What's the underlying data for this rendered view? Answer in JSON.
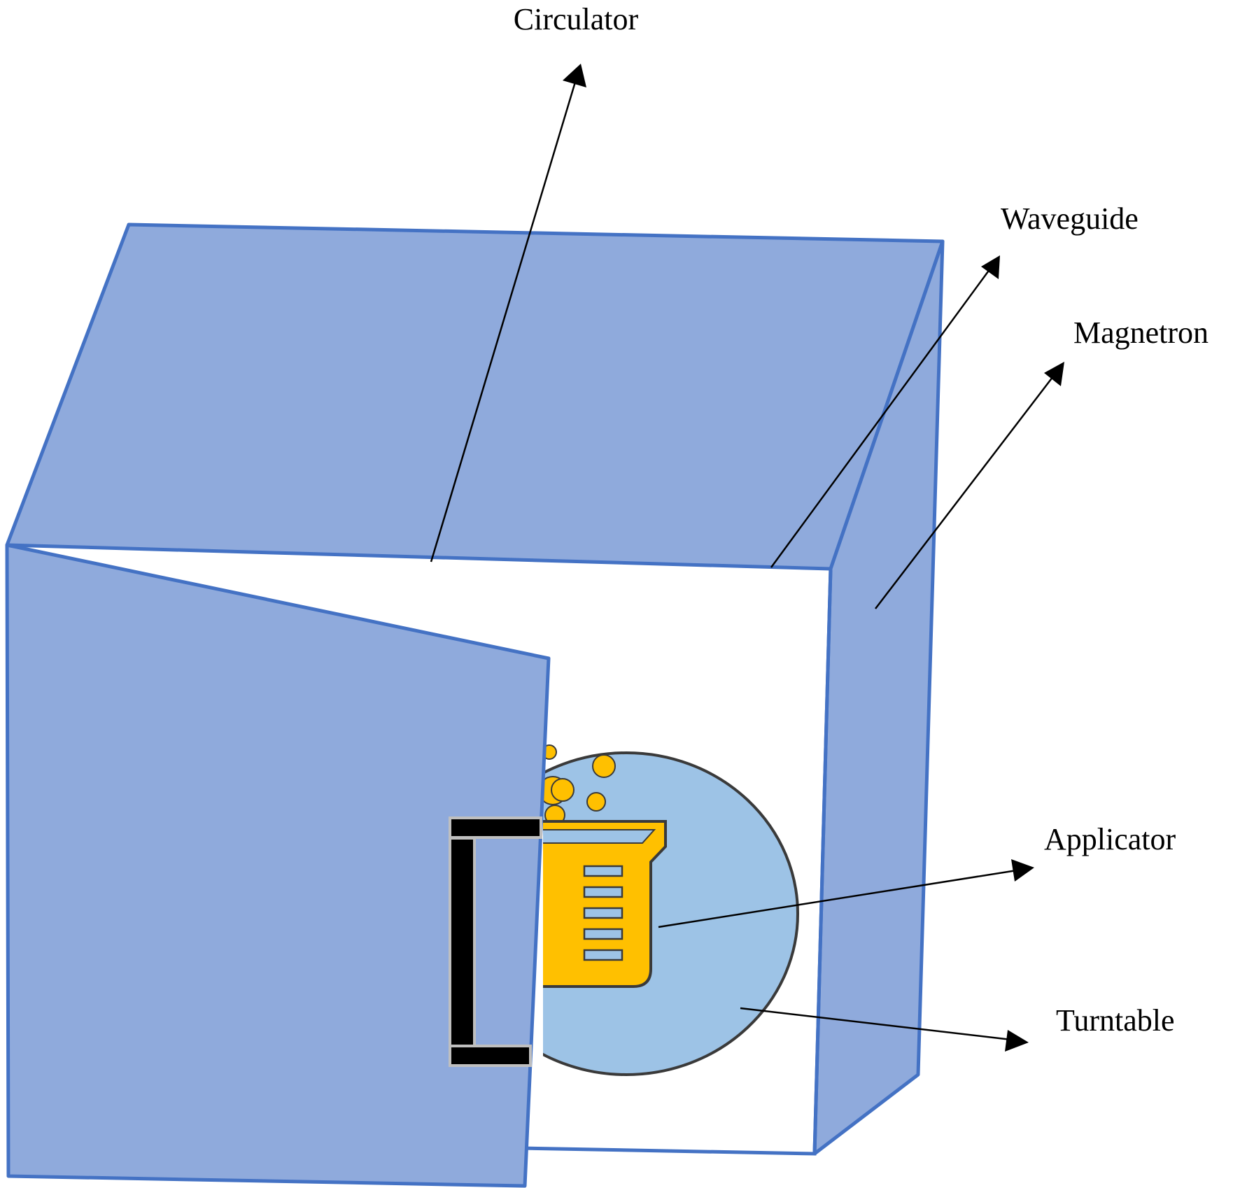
{
  "diagram": {
    "labels": {
      "circulator": "Circulator",
      "waveguide": "Waveguide",
      "magnetron": "Magnetron",
      "applicator": "Applicator",
      "turntable": "Turntable"
    },
    "colors": {
      "panel_fill": "#8faadc",
      "panel_edge": "#4472c4",
      "turntable_fill": "#9dc3e6",
      "turntable_edge": "#3a3a3a",
      "beaker_fill": "#ffc000",
      "handle": "#000000",
      "handle_edge": "#bfbfbf",
      "arrow": "#000000"
    },
    "icons": {
      "beaker": "beaker-icon",
      "handle": "door-handle"
    }
  }
}
